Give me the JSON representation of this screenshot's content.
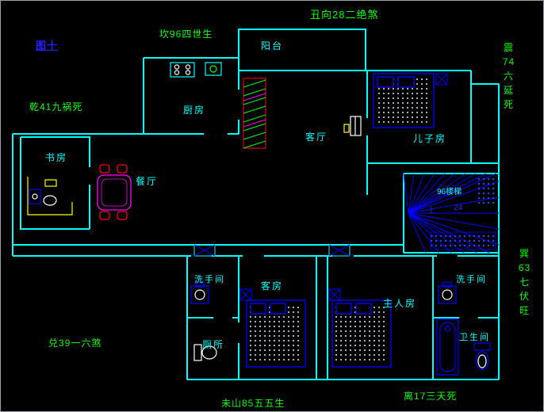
{
  "figure": {
    "label": "图十"
  },
  "fengshui_labels": {
    "top": "丑向28二绝煞",
    "upper_left": "坎96四世生",
    "left": "乾41九祸死",
    "right_upper": "震74六延死",
    "right_lower": "巽63七伏旺",
    "lower_left": "兑39一六煞",
    "bottom": "未山85五五生",
    "bottom_right": "离17三天死"
  },
  "room_labels": {
    "balcony": "阳台",
    "kitchen": "厨房",
    "living_room": "客厅",
    "son_room": "儿子房",
    "study": "书房",
    "dining": "餐厅",
    "stairs": "96楼梯",
    "stairs_number": "24",
    "stairs_up": "上",
    "washroom_left": "洗手间",
    "guest_room": "客房",
    "master_room": "主人房",
    "washroom_right": "洗手间",
    "toilet": "厕所",
    "bathroom": "卫生间"
  },
  "colors": {
    "background": "#000000",
    "wall": "#00ffff",
    "annotation_green": "#00ff00",
    "figure_blue": "#0000ff",
    "furniture_blue": "#0000ff",
    "dining_table_magenta": "#ff00ff",
    "chair_red": "#ff0000",
    "desk_yellow": "#ffff00"
  }
}
